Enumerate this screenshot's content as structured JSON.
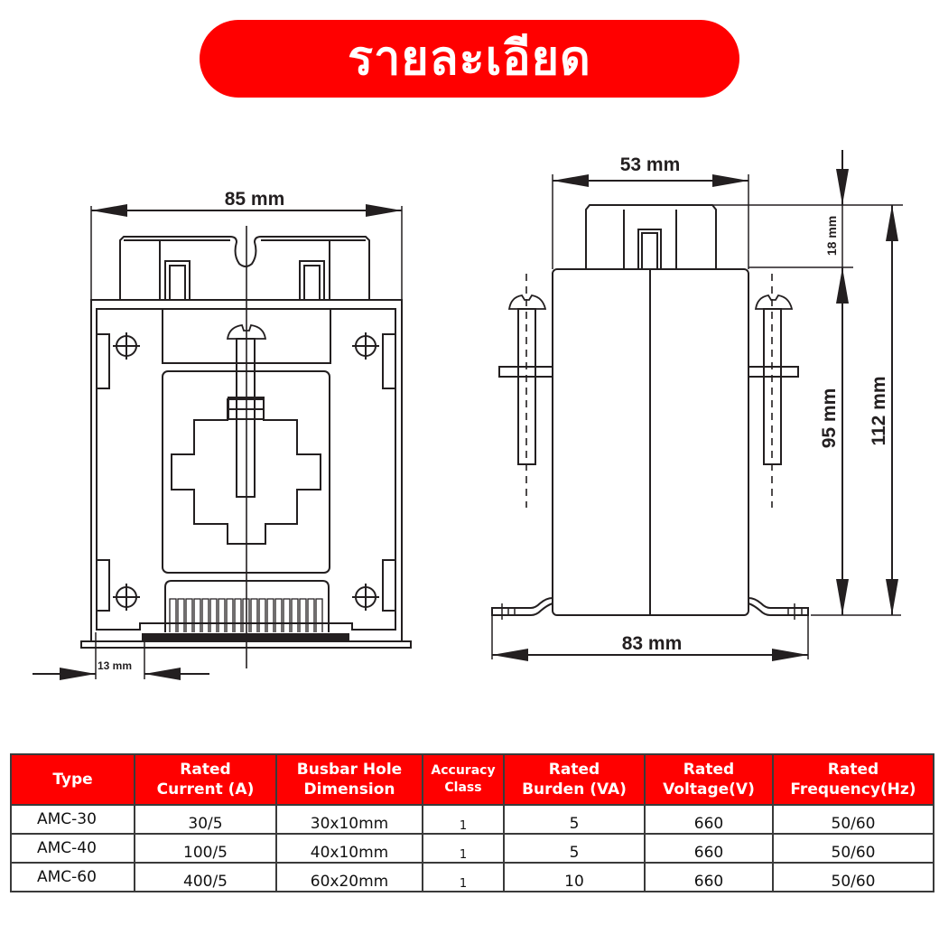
{
  "title": "รายละเอียด",
  "colors": {
    "accent": "#ff0000",
    "line": "#231f20",
    "header_text": "#ffffff",
    "border": "#3a3a3a"
  },
  "front_view": {
    "width_label": "85 mm",
    "offset_label": "13 mm"
  },
  "side_view": {
    "width_top_label": "53 mm",
    "width_bottom_label": "83 mm",
    "height_top_label": "18 mm",
    "height_body_label": "95 mm",
    "height_total_label": "112 mm"
  },
  "table": {
    "headers": [
      {
        "line1": "Type",
        "line2": ""
      },
      {
        "line1": "Rated",
        "line2": "Current (A)"
      },
      {
        "line1": "Busbar Hole",
        "line2": "Dimension"
      },
      {
        "line1": "Accuracy",
        "line2": "Class"
      },
      {
        "line1": "Rated",
        "line2": "Burden (VA)"
      },
      {
        "line1": "Rated",
        "line2": "Voltage(V)"
      },
      {
        "line1": "Rated",
        "line2": "Frequency(Hz)"
      }
    ],
    "rows": [
      {
        "type": "AMC-30",
        "current": "30/5",
        "busbar": "30x10mm",
        "accuracy": "1",
        "burden": "5",
        "voltage": "660",
        "frequency": "50/60"
      },
      {
        "type": "AMC-40",
        "current": "100/5",
        "busbar": "40x10mm",
        "accuracy": "1",
        "burden": "5",
        "voltage": "660",
        "frequency": "50/60"
      },
      {
        "type": "AMC-60",
        "current": "400/5",
        "busbar": "60x20mm",
        "accuracy": "1",
        "burden": "10",
        "voltage": "660",
        "frequency": "50/60"
      }
    ]
  }
}
